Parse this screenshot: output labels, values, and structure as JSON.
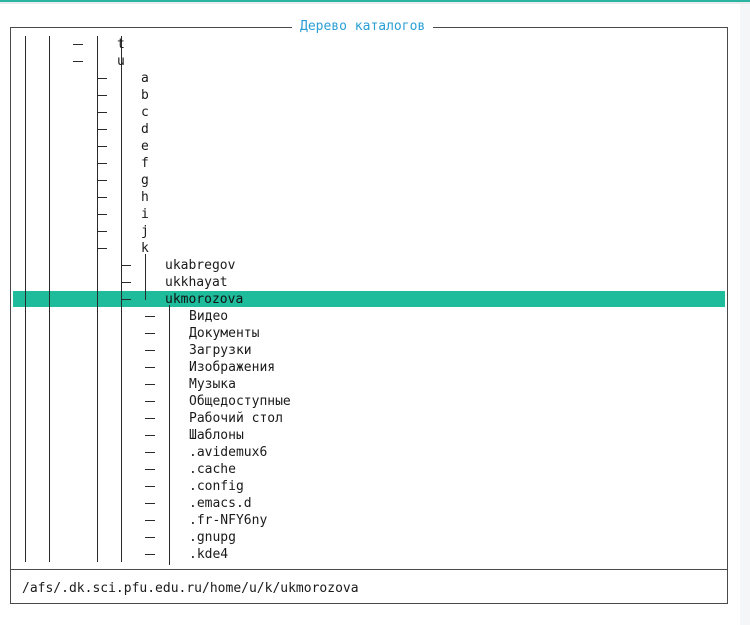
{
  "window": {
    "title": "Дерево каталогов"
  },
  "status": {
    "path": "/afs/.dk.sci.pfu.edu.ru/home/u/k/ukmorozova"
  },
  "colors": {
    "selection": "#1fbc9c",
    "title": "#2a9fd6",
    "accent": "#2bb5a0"
  },
  "tree": {
    "selected": "ukmorozova",
    "nodes": [
      {
        "label": "t",
        "depth": 3
      },
      {
        "label": "u",
        "depth": 3
      },
      {
        "label": "a",
        "depth": 4
      },
      {
        "label": "b",
        "depth": 4
      },
      {
        "label": "c",
        "depth": 4
      },
      {
        "label": "d",
        "depth": 4
      },
      {
        "label": "e",
        "depth": 4
      },
      {
        "label": "f",
        "depth": 4
      },
      {
        "label": "g",
        "depth": 4
      },
      {
        "label": "h",
        "depth": 4
      },
      {
        "label": "i",
        "depth": 4
      },
      {
        "label": "j",
        "depth": 4
      },
      {
        "label": "k",
        "depth": 4
      },
      {
        "label": "ukabregov",
        "depth": 5
      },
      {
        "label": "ukkhayat",
        "depth": 5
      },
      {
        "label": "ukmorozova",
        "depth": 5
      },
      {
        "label": "Видео",
        "depth": 6
      },
      {
        "label": "Документы",
        "depth": 6
      },
      {
        "label": "Загрузки",
        "depth": 6
      },
      {
        "label": "Изображения",
        "depth": 6
      },
      {
        "label": "Музыка",
        "depth": 6
      },
      {
        "label": "Общедоступные",
        "depth": 6
      },
      {
        "label": "Рабочий стол",
        "depth": 6
      },
      {
        "label": "Шаблоны",
        "depth": 6
      },
      {
        "label": ".avidemux6",
        "depth": 6
      },
      {
        "label": ".cache",
        "depth": 6
      },
      {
        "label": ".config",
        "depth": 6
      },
      {
        "label": ".emacs.d",
        "depth": 6
      },
      {
        "label": ".fr-NFY6ny",
        "depth": 6
      },
      {
        "label": ".gnupg",
        "depth": 6
      },
      {
        "label": ".kde4",
        "depth": 6
      }
    ]
  }
}
